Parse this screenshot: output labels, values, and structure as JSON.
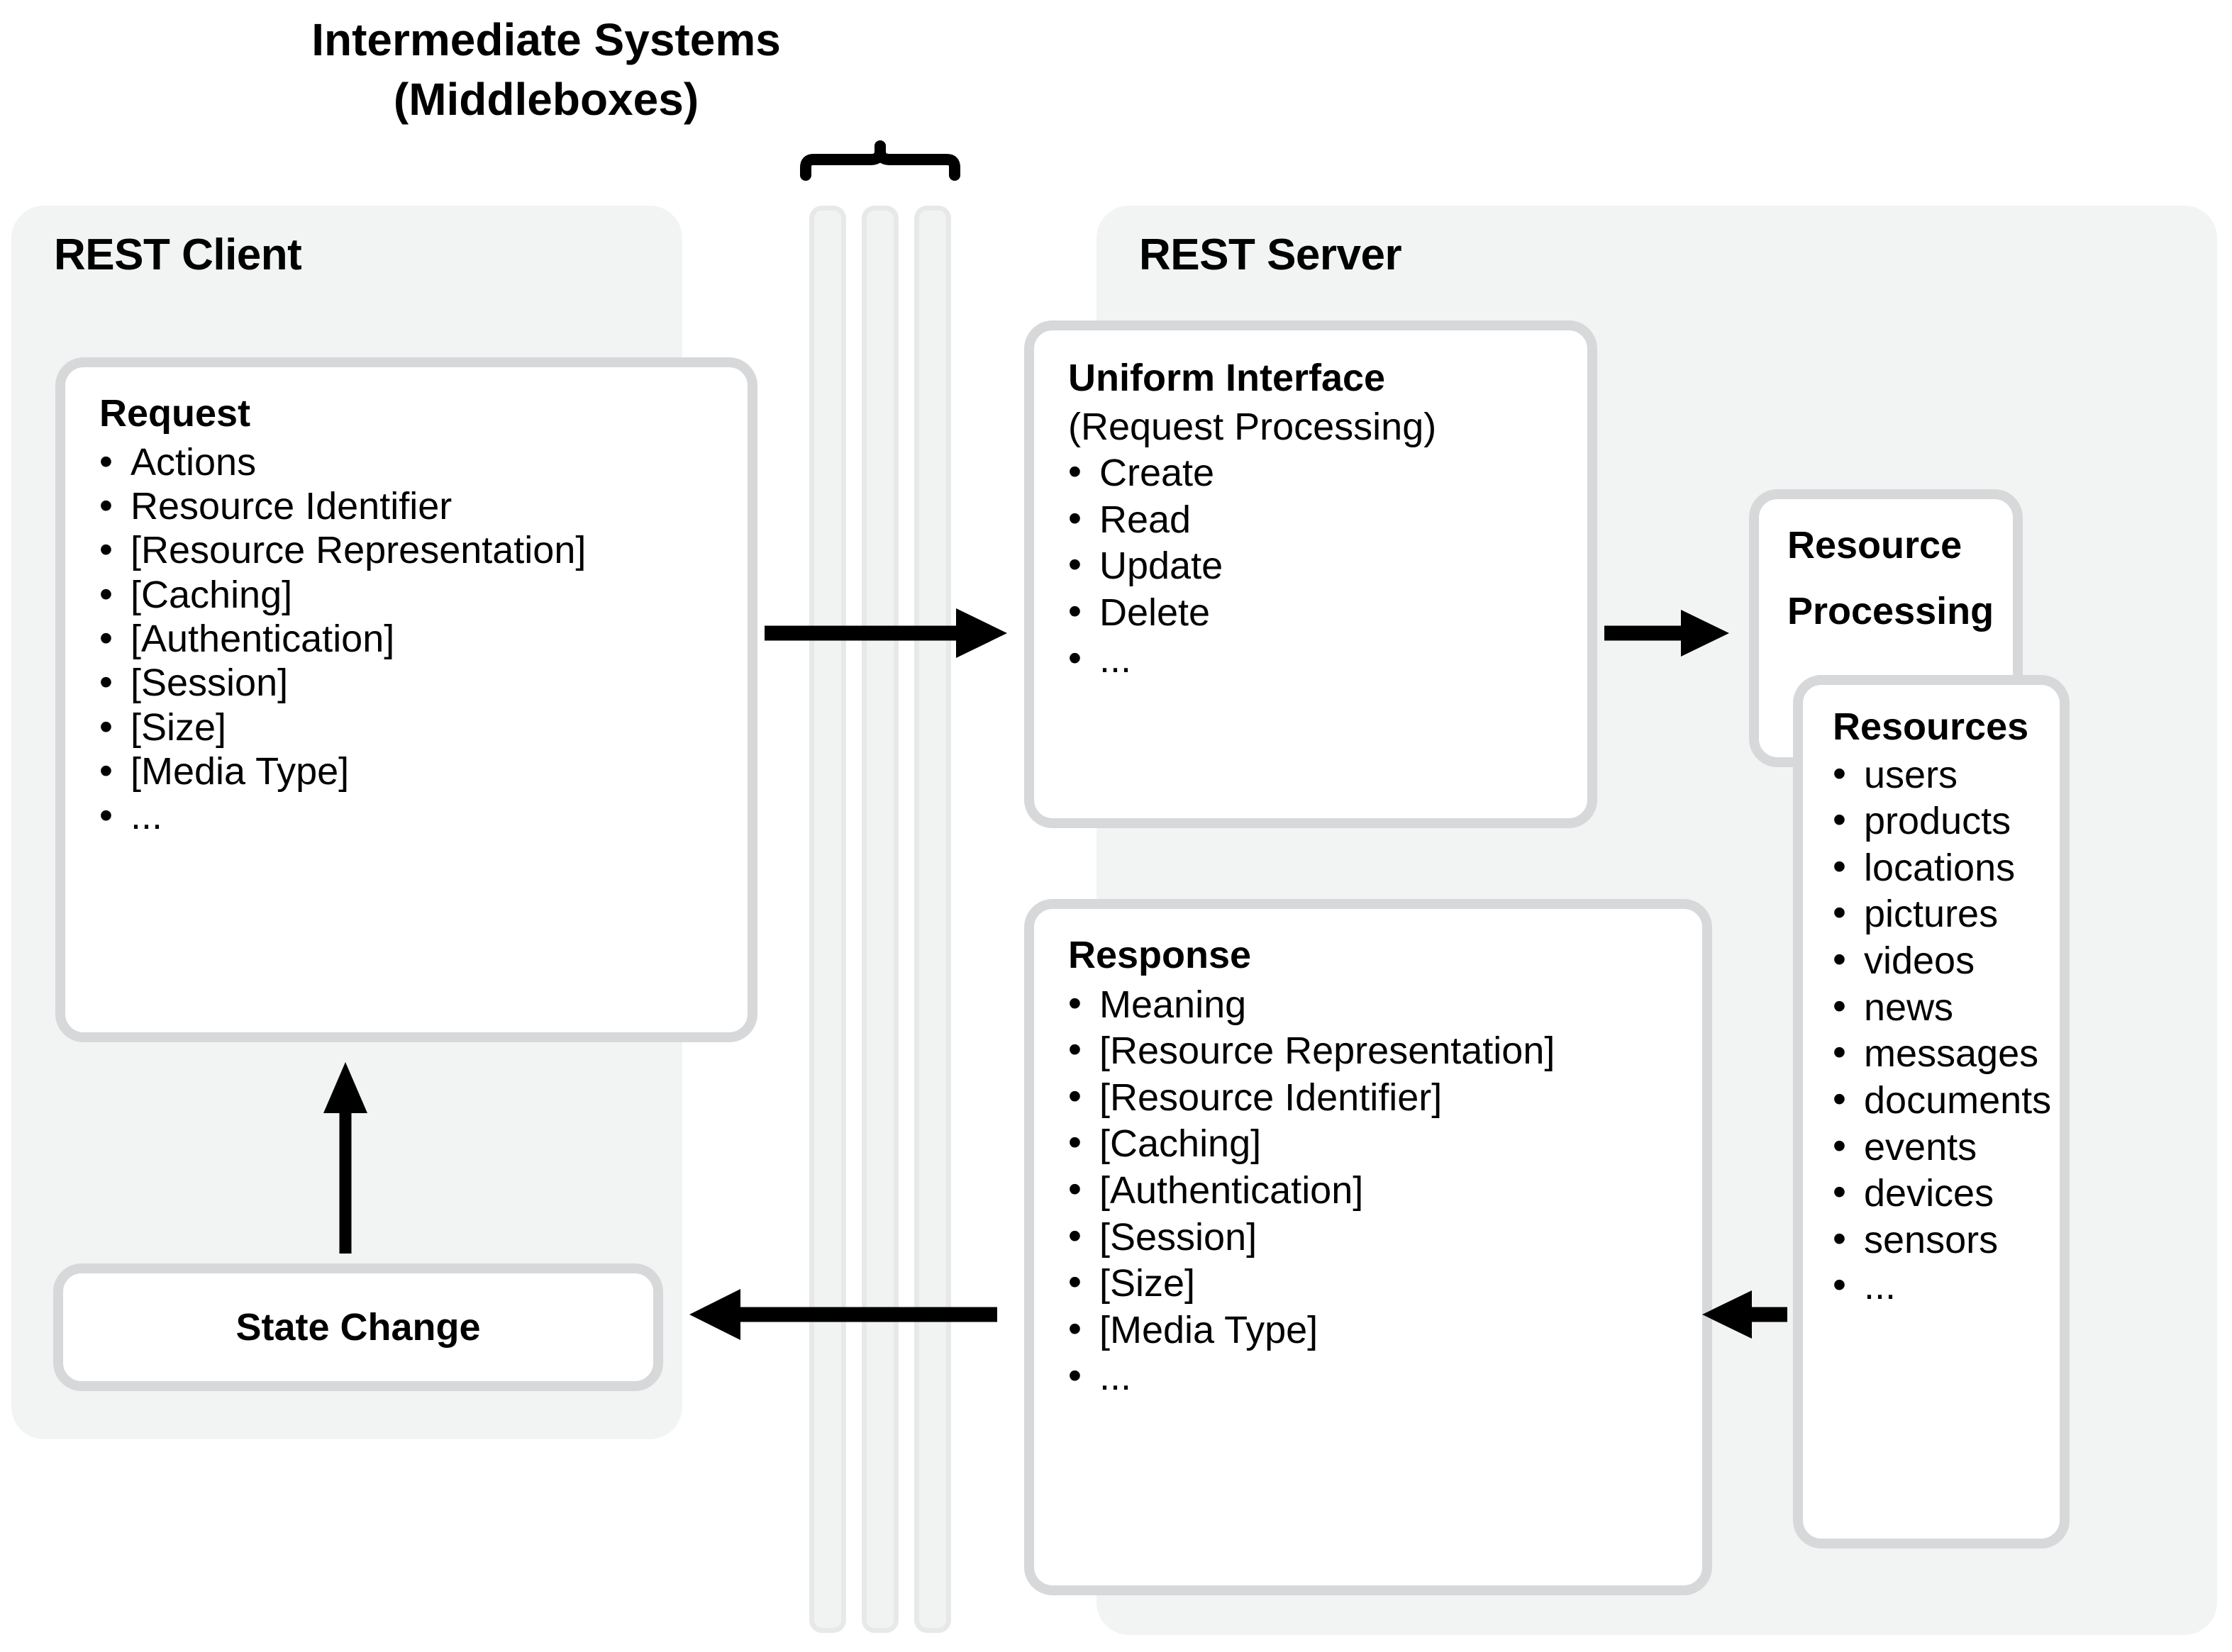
{
  "title": {
    "line1": "Intermediate Systems",
    "line2": "(Middleboxes)"
  },
  "client_panel": {
    "title": "REST Client",
    "request_card": {
      "title": "Request",
      "items": [
        "Actions",
        "Resource Identifier",
        "[Resource Representation]",
        "[Caching]",
        "[Authentication]",
        "[Session]",
        "[Size]",
        "[Media Type]",
        "..."
      ]
    },
    "state_change_card": {
      "label": "State Change"
    }
  },
  "server_panel": {
    "title": "REST Server",
    "uniform_interface_card": {
      "title": "Uniform Interface",
      "subtitle": "(Request Processing)",
      "items": [
        "Create",
        "Read",
        "Update",
        "Delete",
        "..."
      ]
    },
    "response_card": {
      "title": "Response",
      "items": [
        "Meaning",
        "[Resource Representation]",
        "[Resource Identifier]",
        "[Caching]",
        "[Authentication]",
        "[Session]",
        "[Size]",
        "[Media Type]",
        "..."
      ]
    },
    "resource_processing_card": {
      "line1": "Resource",
      "line2": "Processing"
    },
    "resources_card": {
      "title": "Resources",
      "items": [
        "users",
        "products",
        "locations",
        "pictures",
        "videos",
        "news",
        "messages",
        "documents",
        "events",
        "devices",
        "sensors",
        "..."
      ]
    }
  },
  "middleboxes": {
    "bar_count": 3,
    "brace": "curly-brace-down"
  },
  "arrows": [
    {
      "name": "request-arrow",
      "direction": "right"
    },
    {
      "name": "uniform-to-resource-arrow",
      "direction": "right"
    },
    {
      "name": "response-to-client-arrow",
      "direction": "left"
    },
    {
      "name": "resources-to-response-arrow",
      "direction": "left"
    },
    {
      "name": "response-state-change-arrow",
      "direction": "up"
    }
  ],
  "colors": {
    "panel_fill": "#f2f4f3",
    "card_border": "#d6d8da",
    "card_fill": "#ffffff",
    "bar_fill": "#f1f3f2",
    "bar_border": "#e7e9e9",
    "ink": "#000000"
  }
}
